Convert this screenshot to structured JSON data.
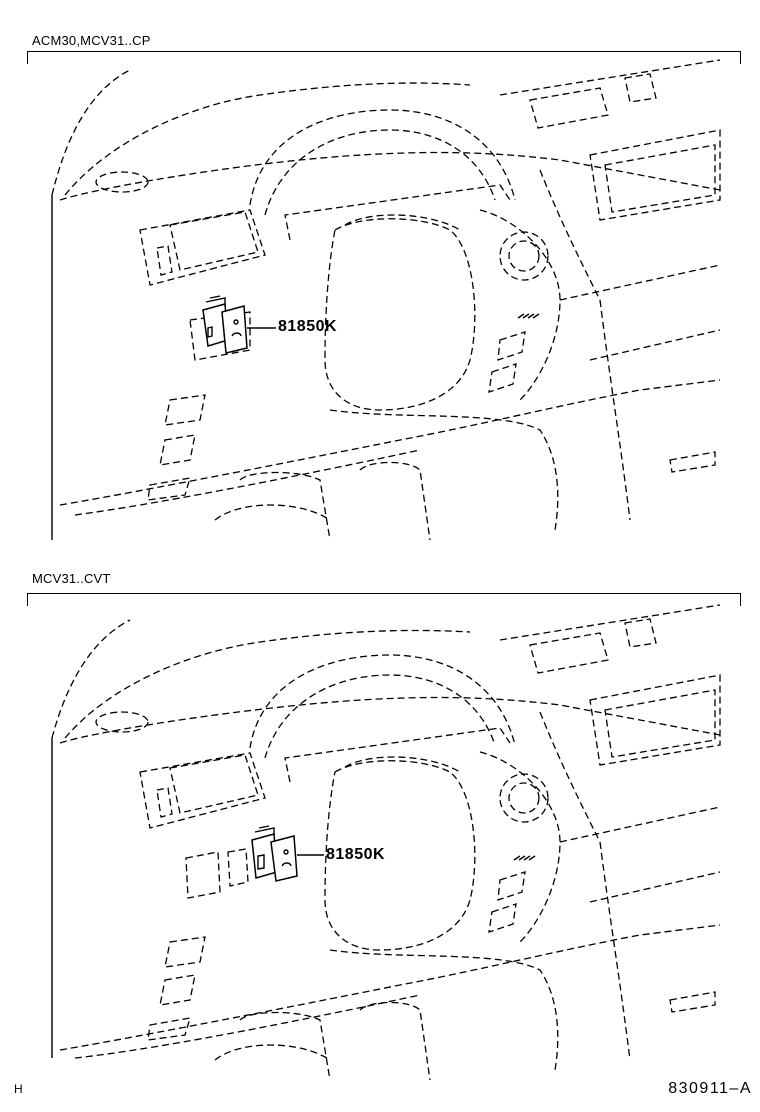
{
  "panels": [
    {
      "label": "ACM30,MCV31..CP",
      "part_number": "81850K"
    },
    {
      "label": "MCV31..CVT",
      "part_number": "81850K"
    }
  ],
  "footer": {
    "left_mark": "H",
    "figure_id": "830911–A"
  }
}
